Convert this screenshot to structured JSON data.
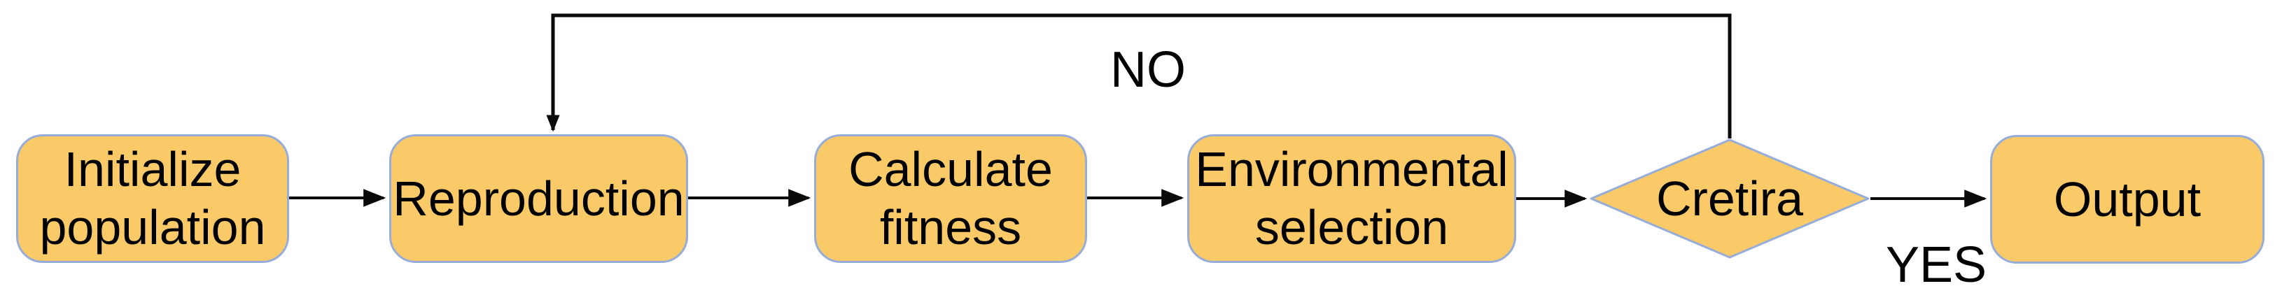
{
  "colors": {
    "node_fill": "#F9CA67",
    "node_border": "#97ADD9",
    "connector": "#0A0A0A",
    "label_text": "#000000"
  },
  "flowchart": {
    "nodes": {
      "initialize": {
        "label": "Initialize\npopulation",
        "shape": "rounded-rect"
      },
      "reproduction": {
        "label": "Reproduction",
        "shape": "rounded-rect"
      },
      "calculate_fitness": {
        "label": "Calculate\nfitness",
        "shape": "rounded-rect"
      },
      "environmental_selection": {
        "label": "Environmental\nselection",
        "shape": "rounded-rect"
      },
      "criteria": {
        "label": "Cretira",
        "shape": "diamond"
      },
      "output": {
        "label": "Output",
        "shape": "rounded-rect"
      }
    },
    "edges": [
      {
        "from": "initialize",
        "to": "reproduction",
        "label": ""
      },
      {
        "from": "reproduction",
        "to": "calculate_fitness",
        "label": ""
      },
      {
        "from": "calculate_fitness",
        "to": "environmental_selection",
        "label": ""
      },
      {
        "from": "environmental_selection",
        "to": "criteria",
        "label": ""
      },
      {
        "from": "criteria",
        "to": "output",
        "label": "YES"
      },
      {
        "from": "criteria",
        "to": "reproduction",
        "label": "NO"
      }
    ]
  }
}
